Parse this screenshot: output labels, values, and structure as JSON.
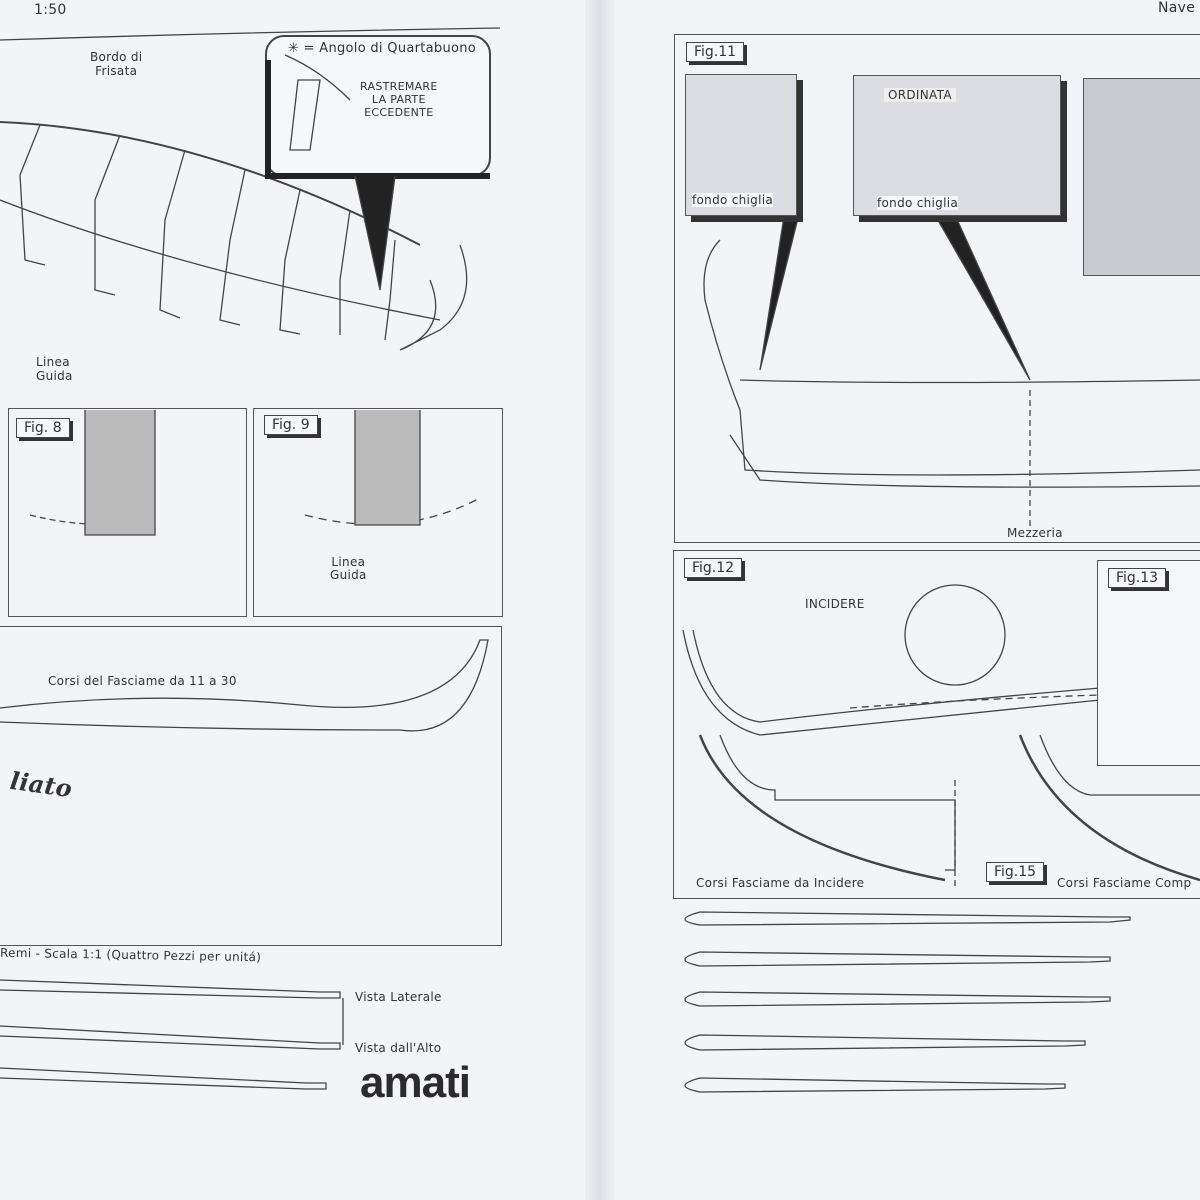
{
  "left_page": {
    "header_scale": "1:50",
    "hull_labels": {
      "bordo": "Bordo di",
      "frisata": "Frisata",
      "linea": "Linea",
      "guida": "Guida"
    },
    "inset": {
      "legend": "✳ = Angolo di Quartabuono",
      "note_line1": "RASTREMARE",
      "note_line2": "LA PARTE",
      "note_line3": "ECCEDENTE"
    },
    "fig8": {
      "label": "Fig. 8"
    },
    "fig9": {
      "label": "Fig. 9",
      "linea": "Linea",
      "guida": "Guida"
    },
    "corsi_panel": {
      "caption": "Corsi del Fasciame da 11 a 30",
      "partial_script": "liato"
    },
    "oars_caption": "Remi - Scala 1:1 (Quattro Pezzi per unitá)",
    "view_side": "Vista Laterale",
    "view_top": "Vista dall'Alto",
    "brand": "amati"
  },
  "right_page": {
    "header_title": "Nave",
    "fig11": {
      "label": "Fig.11",
      "ordinata": "ORDINATA",
      "fondo_chiglia_1": "fondo chiglia",
      "fondo_chiglia_2": "fondo chiglia",
      "mezzeria": "Mezzeria"
    },
    "fig12": {
      "label": "Fig.12",
      "incidere": "INCIDERE",
      "caption": "Corsi Fasciame da Incidere"
    },
    "fig13": {
      "label": "Fig.13"
    },
    "fig15": {
      "label": "Fig.15",
      "caption": "Corsi Fasciame Comp"
    }
  }
}
